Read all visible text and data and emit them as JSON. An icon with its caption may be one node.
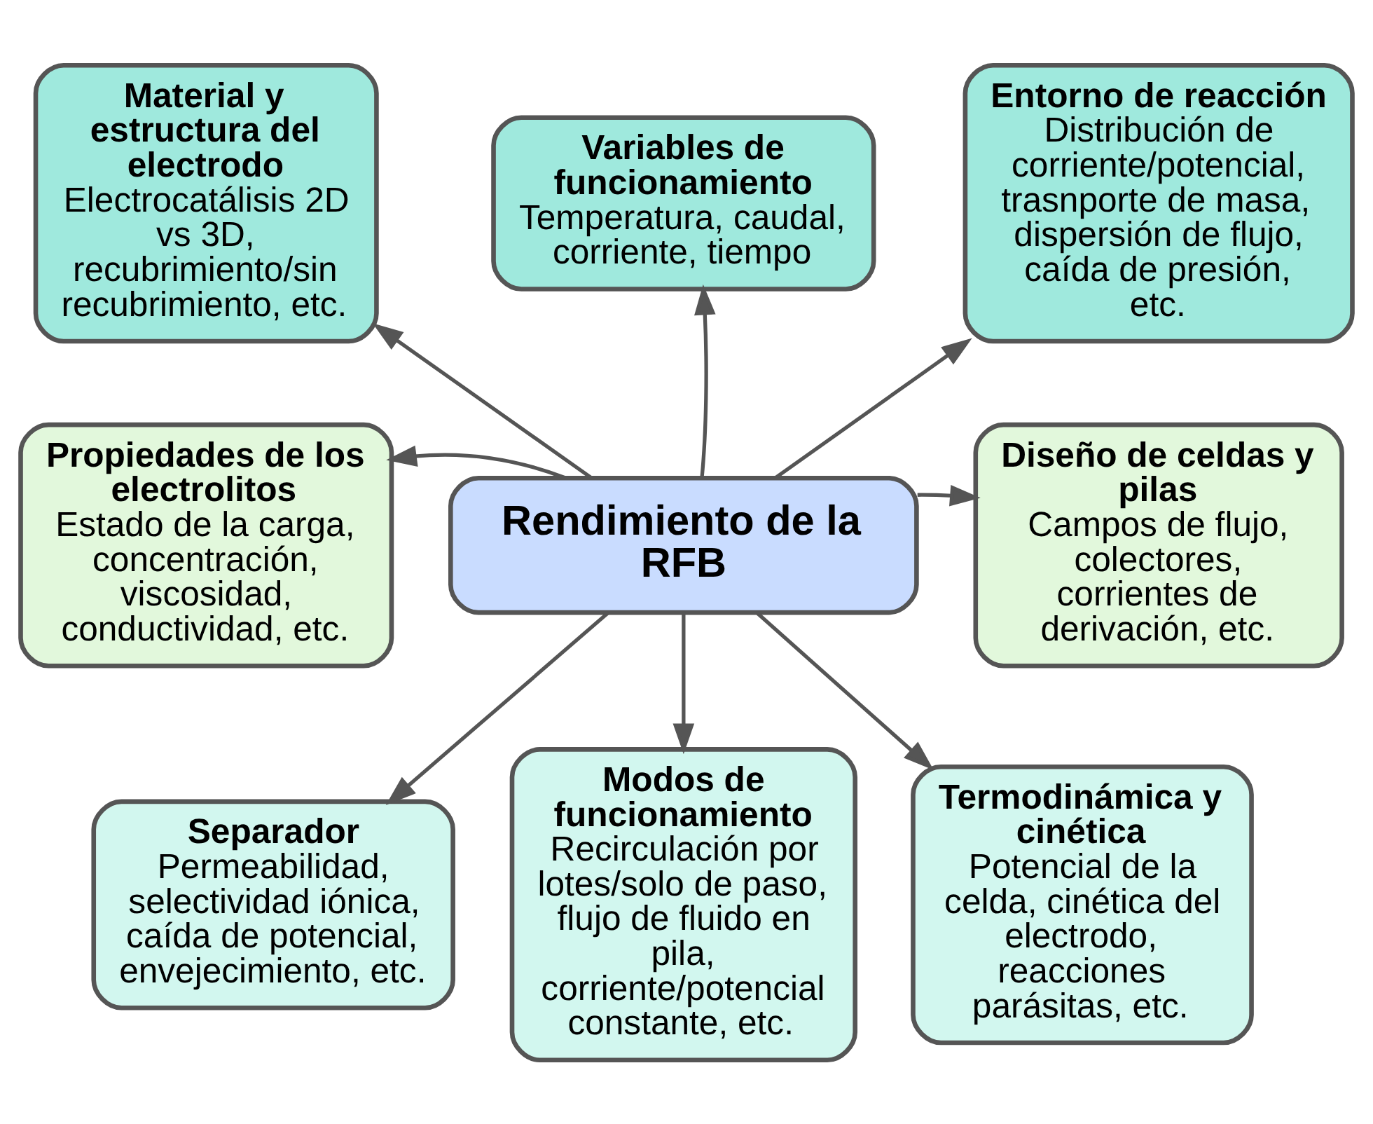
{
  "diagram": {
    "nodes": [
      {
        "text": [
          "Material y estructura del electrodo",
          "Electrocatálisis 2D vs 3D, recubrimiento/sin recubrimiento, etc."
        ]
      },
      {
        "text": [
          "Variables de funcionamiento",
          "Temperatura, caudal, corriente, tiempo"
        ]
      },
      {
        "text": [
          "Entorno de reacción",
          "Distribución de corriente/potencial, trasnporte de masa, dispersión de flujo, caída de presión, etc."
        ]
      },
      {
        "text": [
          "Propiedades de los electrolitos",
          "Estado de la carga, concentración, viscosidad, conductividad, etc."
        ]
      },
      {
        "text": [
          "Rendimiento de la RFB"
        ]
      },
      {
        "text": [
          "Diseño de celdas y pilas",
          "Campos de flujo, colectores, corrientes de derivación, etc."
        ]
      },
      {
        "text": [
          "Separador",
          "Permeabilidad, selectividad iónica, caída de potencial, envejecimiento, etc."
        ]
      },
      {
        "text": [
          "Modos de funcionamiento",
          "Recirculación por lotes/solo de paso, flujo de fluido en pila, corriente/potencial constante, etc."
        ]
      },
      {
        "text": [
          "Termodinámica y cinética",
          "Potencial de la celda, cinética del electrodo, reacciones parásitas, etc."
        ]
      }
    ],
    "edges": [
      {
        "from": 4,
        "to": 0,
        "arrow": "to"
      },
      {
        "from": 4,
        "to": 1,
        "arrow": "to"
      },
      {
        "from": 4,
        "to": 2,
        "arrow": "to"
      },
      {
        "from": 4,
        "to": 3,
        "arrow": "to"
      },
      {
        "from": 4,
        "to": 5,
        "arrow": "to"
      },
      {
        "from": 4,
        "to": 6,
        "arrow": "to"
      },
      {
        "from": 4,
        "to": 7,
        "arrow": "to"
      },
      {
        "from": 4,
        "to": 8,
        "arrow": "to"
      }
    ]
  }
}
